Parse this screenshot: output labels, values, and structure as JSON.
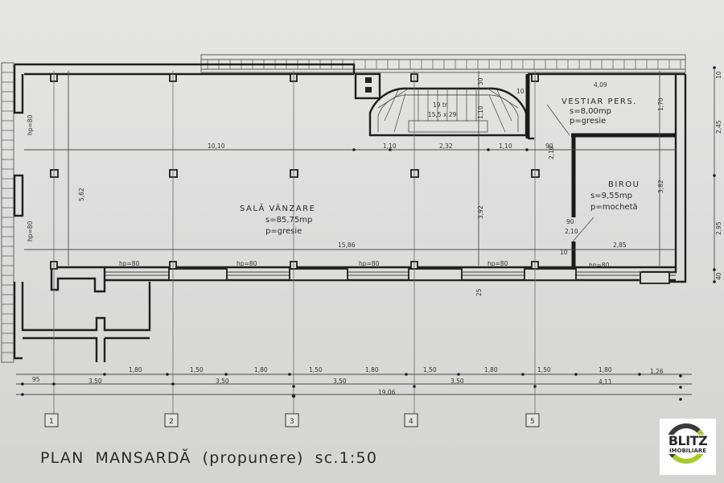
{
  "drawing": {
    "title": {
      "plan": "PLAN",
      "name": "MANSARDĂ",
      "status": "(propunere)",
      "scale": "sc.1:50"
    },
    "rooms": {
      "sales": {
        "name": "SALĂ VÂNZARE",
        "area": "s=85,75mp",
        "floor": "p=gresie"
      },
      "locker": {
        "name": "VESTIAR PERS.",
        "area": "s=8,00mp",
        "floor": "p=gresie"
      },
      "office": {
        "name": "BIROU",
        "area": "s=9,55mp",
        "floor": "p=mochetă"
      }
    },
    "stair": {
      "steps": "19 tr",
      "riser_tread": "15,5 x 29"
    },
    "axes": [
      "1",
      "2",
      "3",
      "4",
      "5"
    ],
    "window_sill": "hp=80",
    "dimensions": {
      "interior_top": [
        "10,10",
        "1,10",
        "2,32",
        "1,10",
        "4,09"
      ],
      "interior_mid": [
        "15,86",
        "2,85"
      ],
      "door_upper": [
        "90",
        "2,10"
      ],
      "door_lower": [
        "90",
        "2,10"
      ],
      "vertical": [
        "5,62",
        "3,92",
        "1,70",
        "3,82",
        "1,10",
        "30",
        "25",
        "10",
        "10"
      ],
      "right_side": [
        "10",
        "2,45",
        "2,95",
        "40"
      ],
      "bottom_row1": [
        "1,80",
        "1,50",
        "1,80",
        "1,50",
        "1,80",
        "1,50",
        "1,80",
        "1,50",
        "1,80",
        "1,26"
      ],
      "bottom_row2": [
        "95",
        "3,50",
        "3,50",
        "3,50",
        "3,50",
        "4,11"
      ],
      "bottom_total": "19,06"
    }
  },
  "watermark": {
    "brand": "BLITZ",
    "sub": "IMOBILIARE",
    "colors": {
      "ring": "#3a3a3a",
      "accent": "#a4cc2a"
    }
  }
}
